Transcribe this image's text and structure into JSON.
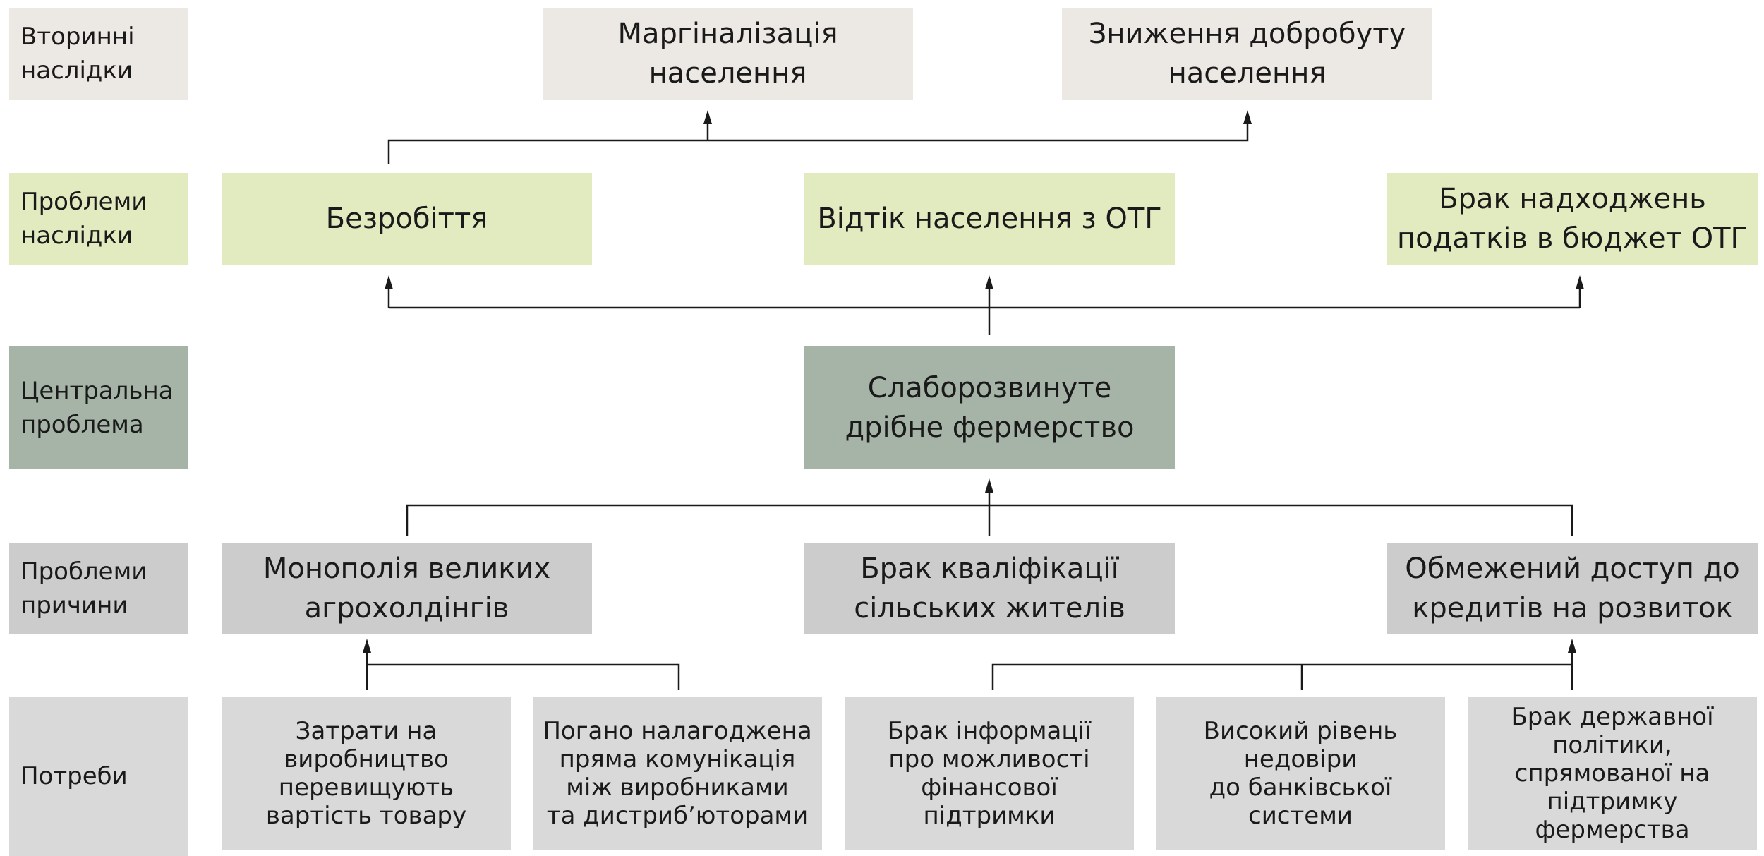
{
  "rows": {
    "secondary": "Вторинні\nнаслідки",
    "effects": "Проблеми\nнаслідки",
    "central": "Центральна\nпроблема",
    "causes": "Проблеми\nпричини",
    "needs": "Потреби"
  },
  "secondary": {
    "marginalization": "Маргіналізація\nнаселення",
    "welfare": "Зниження добробуту\nнаселення"
  },
  "effects": {
    "unemployment": "Безробіття",
    "outflow": "Відтік населення з ОТГ",
    "taxes": "Брак надходжень\nподатків в бюджет ОТГ"
  },
  "central": {
    "problem": "Слаборозвинуте\nдрібне фермерство"
  },
  "causes": {
    "monopoly": "Монополія великих\nагрохолдінгів",
    "qualification": "Брак кваліфікації\nсільських жителів",
    "credit": "Обмежений доступ до\nкредитів на розвиток"
  },
  "needs": {
    "costs": "Затрати на\nвиробництво\nперевищують\nвартість товару",
    "communication": "Погано налагоджена\nпряма комунікація\nміж виробниками\nта дистриб’юторами",
    "information": "Брак інформації\nпро можливості\nфінансової\nпідтримки",
    "distrust": "Високий рівень\nнедовіри\nдо банківської\nсистеми",
    "policy": "Брак державної\nполітики,\nспрямованої на\nпідтримку\nфермерства"
  }
}
